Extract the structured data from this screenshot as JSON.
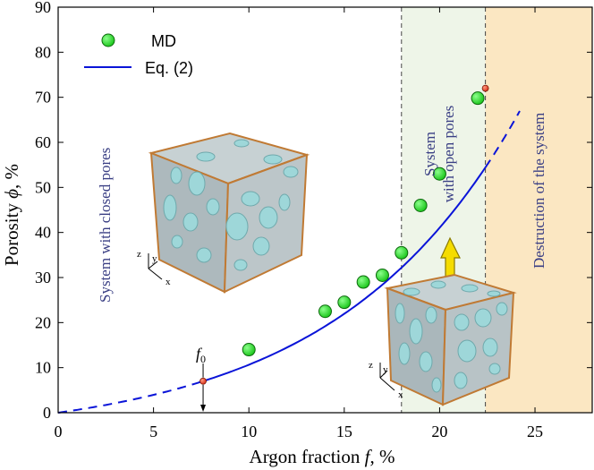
{
  "chart_data": {
    "type": "scatter",
    "xlabel_main": "Argon fraction",
    "xlabel_var": "f",
    "xlabel_unit": ", %",
    "ylabel_main": "Porosity",
    "ylabel_var": "ϕ",
    "ylabel_unit": ", %",
    "xlim": [
      0,
      28
    ],
    "ylim": [
      0,
      90
    ],
    "xticks": [
      0,
      5,
      10,
      15,
      20,
      25
    ],
    "yticks": [
      0,
      10,
      20,
      30,
      40,
      50,
      60,
      70,
      80,
      90
    ],
    "series": [
      {
        "name": "MD",
        "kind": "points",
        "color": "#22dd22",
        "x": [
          10,
          14,
          15,
          16,
          17,
          18,
          19,
          20,
          22
        ],
        "y": [
          14,
          22.5,
          24.5,
          29,
          30.5,
          35.5,
          46,
          53,
          69.8
        ]
      },
      {
        "name": "Eq. (2)",
        "kind": "line",
        "color": "#0a14d8",
        "formula": "y = 7*(exp(0.1049*x) - 1)/(exp(0.1049*7.6) - 1)",
        "solid_range": [
          7.6,
          22.4
        ],
        "dashed_ranges": [
          [
            0,
            7.6
          ],
          [
            22.4,
            24.2
          ]
        ]
      }
    ],
    "markers": [
      {
        "label": "f",
        "subscript": "0",
        "x": 7.6,
        "y": 7,
        "color": "#e03b24"
      },
      {
        "label": "",
        "x": 22.4,
        "y": 72,
        "color": "#e03b24"
      }
    ],
    "regions": [
      {
        "label": "System with closed pores",
        "x_range": [
          0,
          18
        ],
        "color": "#ffffff"
      },
      {
        "label_lines": [
          "System",
          "with open pores"
        ],
        "x_range": [
          18,
          22.4
        ],
        "color": "#eef5e8"
      },
      {
        "label": "Destruction of the system",
        "x_range": [
          22.4,
          28
        ],
        "color": "#fbe7c2"
      }
    ],
    "legend": {
      "placement": "top-left"
    },
    "grid": false,
    "insets": [
      {
        "name": "closed-pores-cube",
        "axis_labels": [
          "z",
          "y",
          "x"
        ]
      },
      {
        "name": "open-pores-cube",
        "axis_labels": [
          "z",
          "y",
          "x"
        ]
      }
    ],
    "colors": {
      "cube_edge": "#c07a34",
      "cube_face": "#b3bec2",
      "pore": "#9ed7d9",
      "arrow": "#f5dc00",
      "open_region": "#eef5e8",
      "destruction_region": "#fbe7c2"
    }
  }
}
